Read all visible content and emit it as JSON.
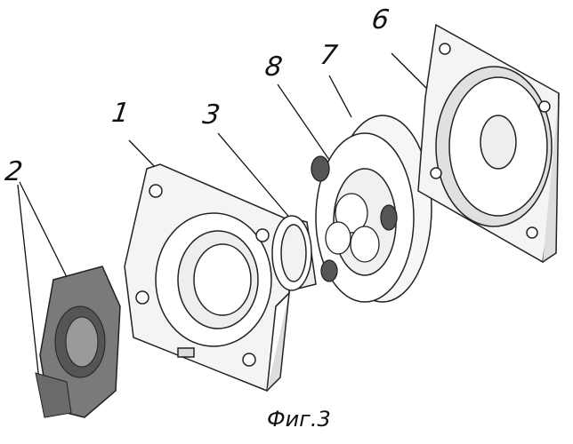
{
  "figure": {
    "caption": "Фиг.3",
    "labels": {
      "part2": "2",
      "part1": "1",
      "part3": "3",
      "part8": "8",
      "part7": "7",
      "part6": "6"
    }
  }
}
